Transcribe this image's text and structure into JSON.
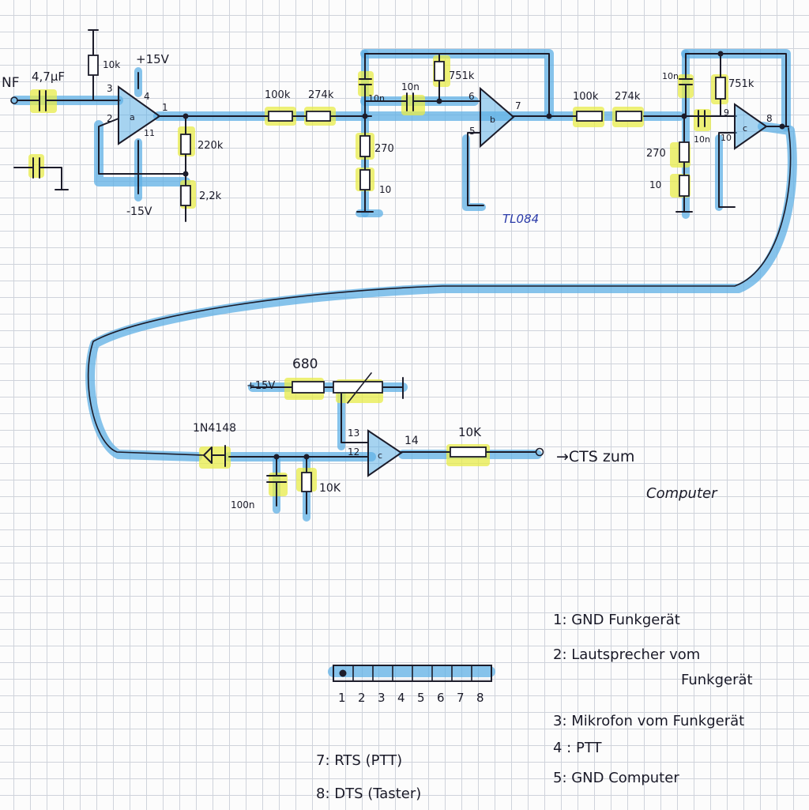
{
  "labels": {
    "input": "NF",
    "input_cap": "4,7μF",
    "r_bias": "10k",
    "plus_supply_1": "+15V",
    "minus_supply": "-15V",
    "r_feedback": "220k",
    "r_ground": "2,2k",
    "r_100k_a": "100k",
    "r_274k_a": "274k",
    "c_10n_a1": "10n",
    "c_10n_a2": "10n",
    "r_751k_a": "751k",
    "r_270_a": "270",
    "r_10_a": "10",
    "r_100k_b": "100k",
    "r_274k_b": "274k",
    "c_10n_b1": "10n",
    "c_10n_b2": "10n",
    "r_751k_b": "751k",
    "r_270_b": "270",
    "r_10_b": "10",
    "chip": "TL084",
    "plus_supply_2": "+15V",
    "r_680": "680",
    "diode": "1N4148",
    "c_100n": "100n",
    "r_10k_c": "10K",
    "r_10k_out": "10K",
    "cts_line1": "→CTS zum",
    "cts_line2": "Computer"
  },
  "pins": {
    "p3": "3",
    "p2": "2",
    "p4": "4",
    "p1": "1",
    "p11": "11",
    "p6": "6",
    "p5": "5",
    "p7": "7",
    "p9": "9",
    "p10": "10",
    "p8": "8",
    "p13": "13",
    "p12": "12",
    "p14": "14",
    "u1": "a",
    "u2": "b",
    "u3": "c"
  },
  "connector": {
    "numbers": [
      "1",
      "2",
      "3",
      "4",
      "5",
      "6",
      "7",
      "8"
    ]
  },
  "pinout": {
    "item1": "1:  GND Funkgerät",
    "item2a": "2:  Lautsprecher vom",
    "item2b": "Funkgerät",
    "item3": "3:  Mikrofon vom Funkgerät",
    "item4": "4 :  PTT",
    "item5": "5:  GND Computer",
    "item7": "7:   RTS        (PTT)",
    "item8": "8:   DTS      (Taster)"
  },
  "colors": {
    "highlight_blue": "#5fb0e6",
    "highlight_yellow": "#e8ec4a",
    "ink": "#1c1c2a",
    "chip_label": "#2a3aa8"
  }
}
